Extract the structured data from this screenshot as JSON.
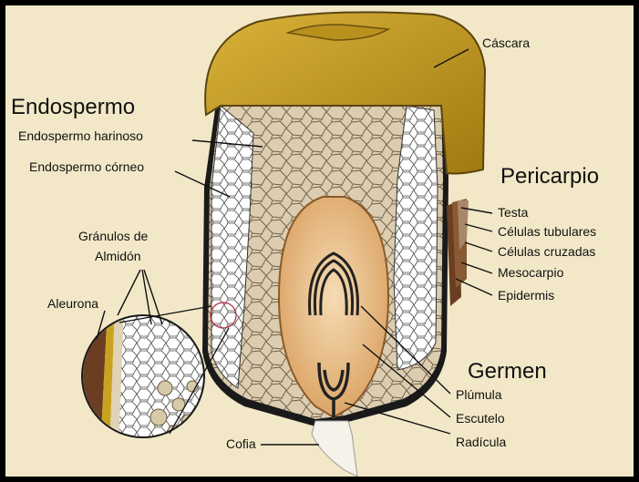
{
  "labels": {
    "cascara": "Cáscara",
    "endospermo": "Endospermo",
    "endospermo_harinoso": "Endospermo harinoso",
    "endospermo_corneo": "Endospermo córneo",
    "granulos_de": "Gránulos de",
    "almidon": "Almidón",
    "aleurona": "Aleurona",
    "pericarpio": "Pericarpio",
    "testa": "Testa",
    "celulas_tubulares": "Células tubulares",
    "celulas_cruzadas": "Células cruzadas",
    "mesocarpio": "Mesocarpio",
    "epidermis": "Epidermis",
    "germen": "Germen",
    "plumula": "Plúmula",
    "escutelo": "Escutelo",
    "radicula": "Radícula",
    "cofia": "Cofia"
  },
  "colors": {
    "background": "#f2e8c8",
    "hull": "#c9a21f",
    "endosperm_floury": "#d9cbb0",
    "endosperm_horny": "#ffffff",
    "germ": "#e7b98a",
    "outline": "#1a1a1a"
  }
}
